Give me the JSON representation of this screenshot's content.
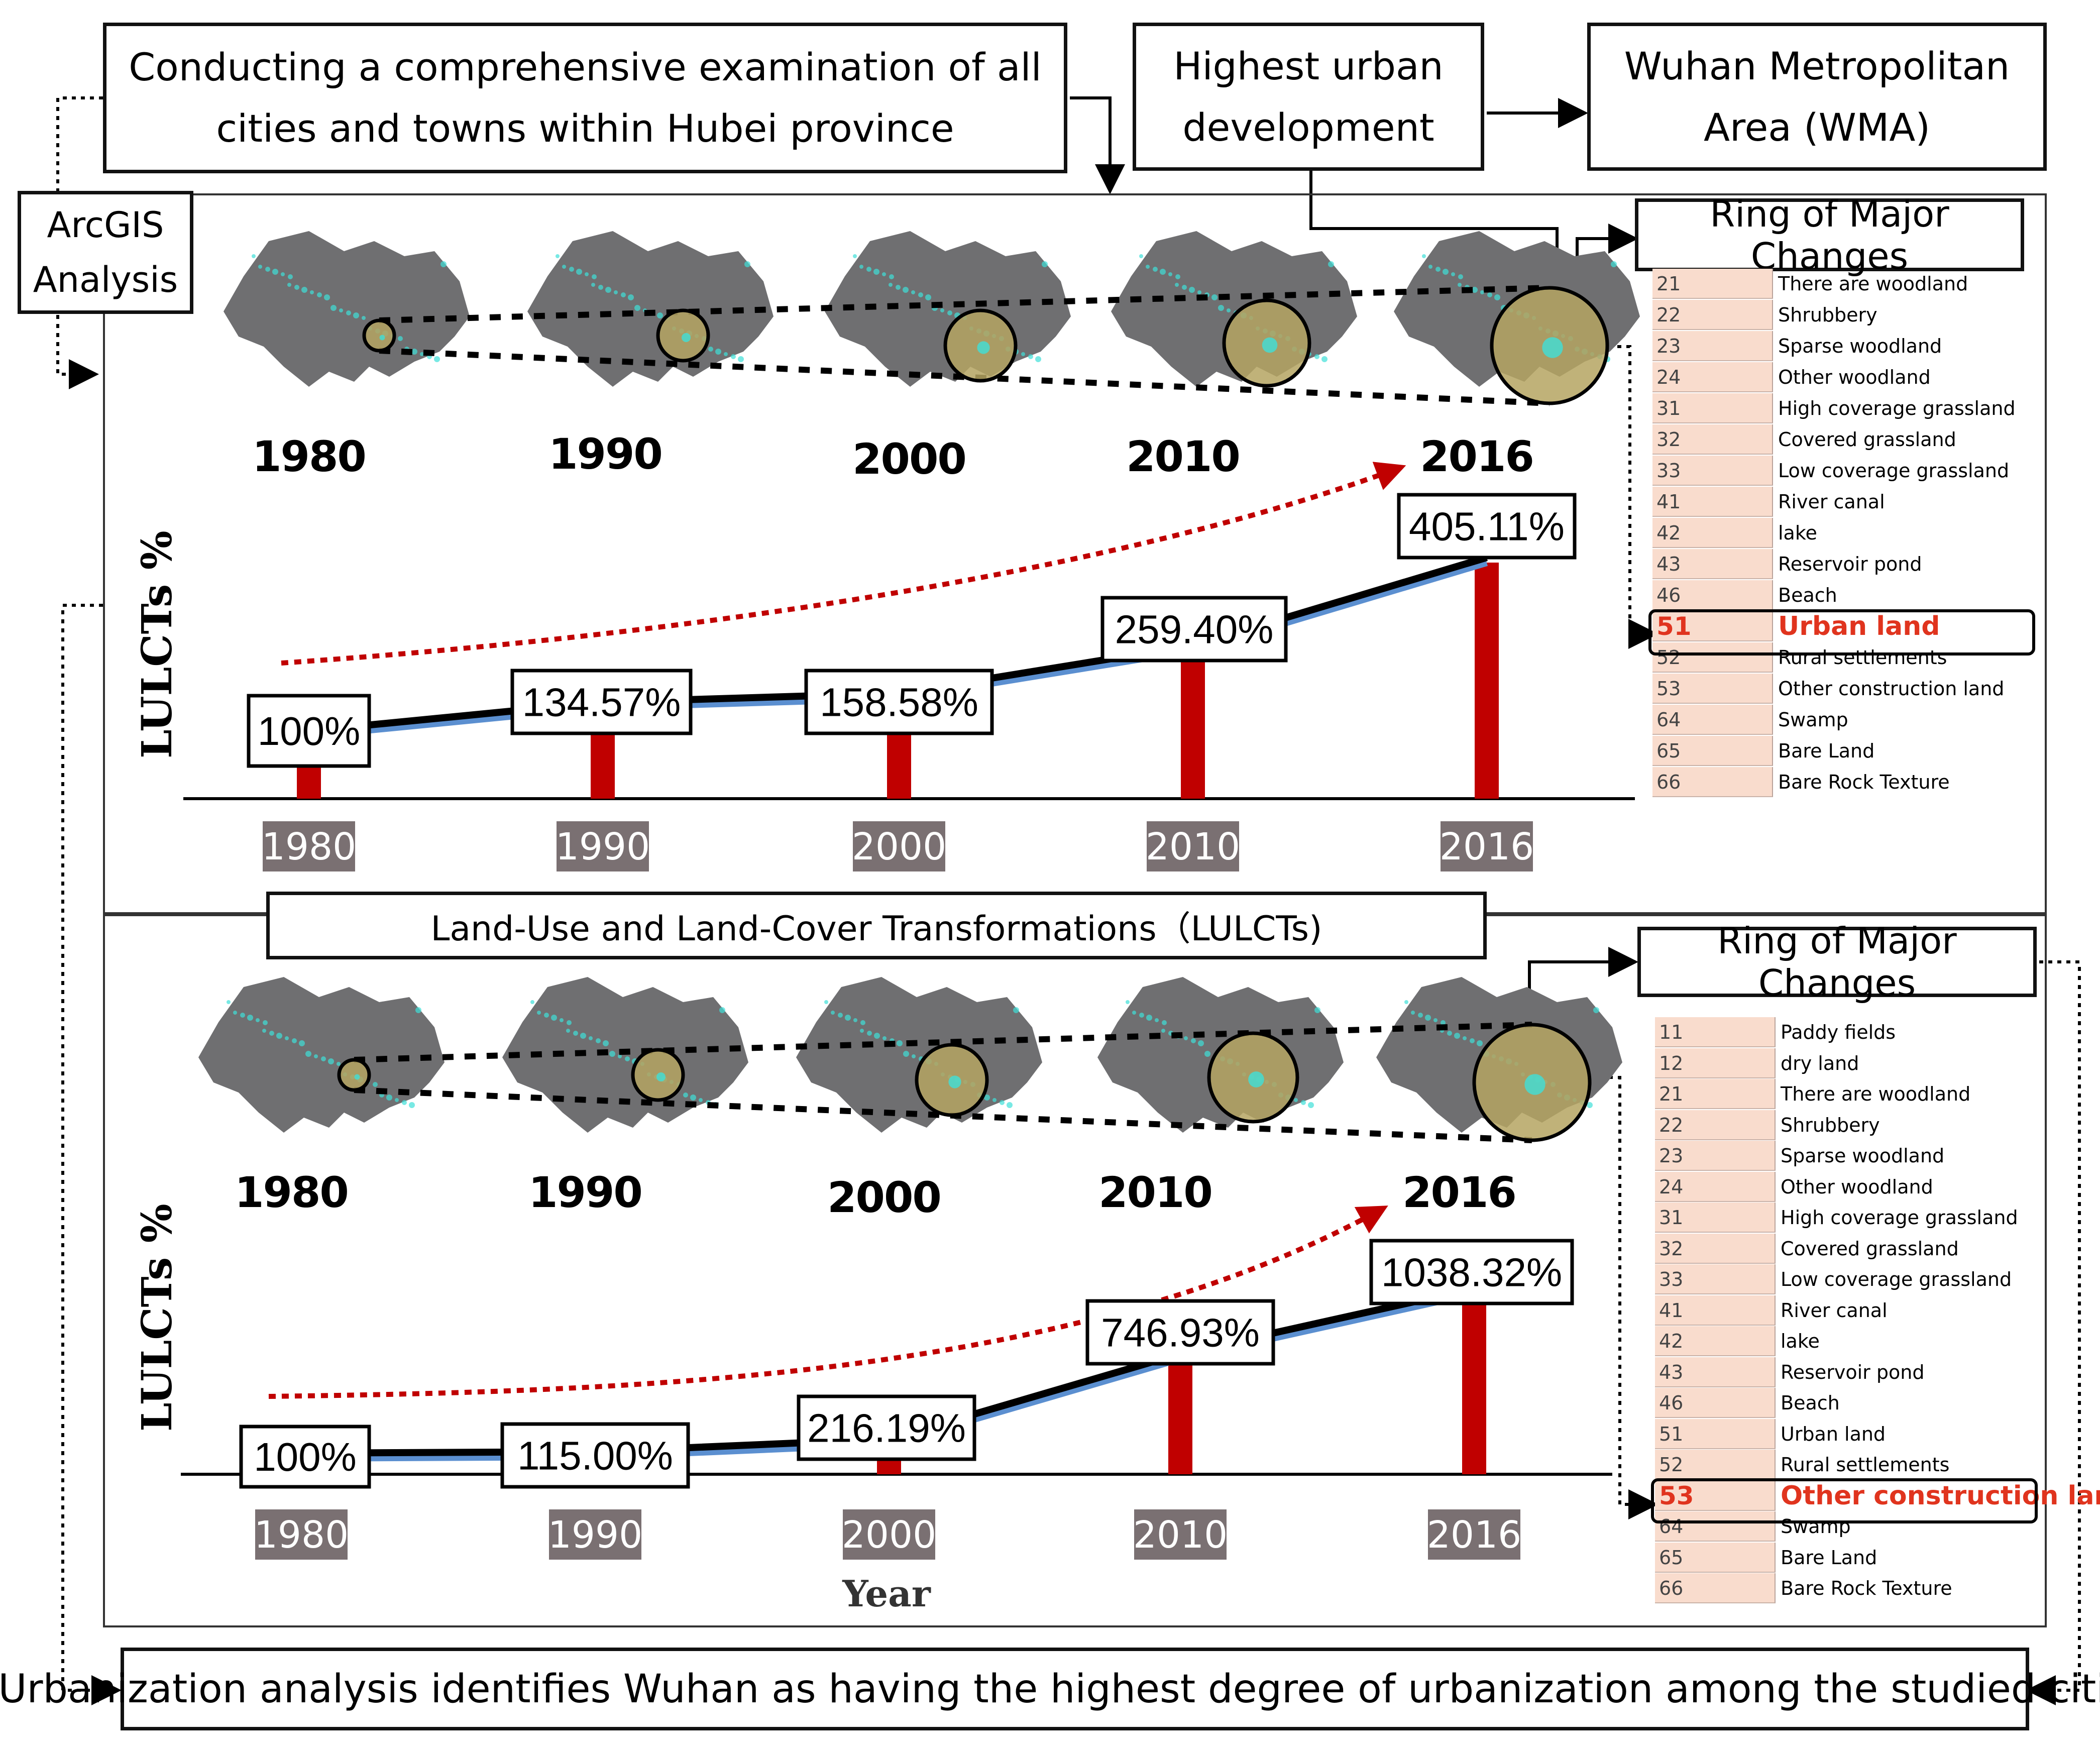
{
  "top_boxes": {
    "examination": "Conducting a comprehensive examination of all cities and towns within Hubei province",
    "highest": "Highest urban development",
    "wma": "Wuhan Metropolitan Area (WMA)",
    "arcgis": "ArcGIS Analysis"
  },
  "divider_label": "Land-Use and Land-Cover Transformations（LULCTs)",
  "bottom_box": "Urbanization analysis identifies Wuhan as having the highest degree of urbanization among the studied cities",
  "panels": [
    {
      "ring_title": "Ring of Major Changes",
      "map_years": [
        "1980",
        "1990",
        "2000",
        "2010",
        "2016"
      ],
      "ylabel": "LULCTs %",
      "xlabel": "",
      "legend": [
        {
          "code": "21",
          "name": "There are woodland"
        },
        {
          "code": "22",
          "name": "Shrubbery"
        },
        {
          "code": "23",
          "name": "Sparse woodland"
        },
        {
          "code": "24",
          "name": "Other woodland"
        },
        {
          "code": "31",
          "name": "High coverage grassland"
        },
        {
          "code": "32",
          "name": "Covered grassland"
        },
        {
          "code": "33",
          "name": "Low coverage grassland"
        },
        {
          "code": "41",
          "name": "River canal"
        },
        {
          "code": "42",
          "name": "lake"
        },
        {
          "code": "43",
          "name": "Reservoir pond"
        },
        {
          "code": "46",
          "name": "Beach"
        },
        {
          "code": "51",
          "name": "Urban land",
          "highlight": true
        },
        {
          "code": "52",
          "name": "Rural settlements"
        },
        {
          "code": "53",
          "name": "Other construction land"
        },
        {
          "code": "64",
          "name": "Swamp"
        },
        {
          "code": "65",
          "name": "Bare Land"
        },
        {
          "code": "66",
          "name": "Bare Rock Texture"
        }
      ]
    },
    {
      "ring_title": "Ring of Major Changes",
      "map_years": [
        "1980",
        "1990",
        "2000",
        "2010",
        "2016"
      ],
      "ylabel": "LULCTs %",
      "xlabel": "Year",
      "legend": [
        {
          "code": "11",
          "name": "Paddy fields"
        },
        {
          "code": "12",
          "name": "dry land"
        },
        {
          "code": "21",
          "name": "There are woodland"
        },
        {
          "code": "22",
          "name": "Shrubbery"
        },
        {
          "code": "23",
          "name": "Sparse woodland"
        },
        {
          "code": "24",
          "name": "Other woodland"
        },
        {
          "code": "31",
          "name": "High coverage grassland"
        },
        {
          "code": "32",
          "name": "Covered grassland"
        },
        {
          "code": "33",
          "name": "Low coverage grassland"
        },
        {
          "code": "41",
          "name": "River canal"
        },
        {
          "code": "42",
          "name": "lake"
        },
        {
          "code": "43",
          "name": "Reservoir pond"
        },
        {
          "code": "46",
          "name": "Beach"
        },
        {
          "code": "51",
          "name": "Urban land"
        },
        {
          "code": "52",
          "name": "Rural settlements"
        },
        {
          "code": "53",
          "name": "Other construction land",
          "highlight": true
        },
        {
          "code": "64",
          "name": "Swamp"
        },
        {
          "code": "65",
          "name": "Bare Land"
        },
        {
          "code": "66",
          "name": "Bare Rock Texture"
        }
      ]
    }
  ],
  "chart_data": [
    {
      "type": "bar",
      "categories": [
        "1980",
        "1990",
        "2000",
        "2010",
        "2016"
      ],
      "values": [
        100,
        134.57,
        158.58,
        259.4,
        405.11
      ],
      "labels": [
        "100%",
        "134.57%",
        "158.58%",
        "259.40%",
        "405.11%"
      ],
      "ylabel": "LULCTs %",
      "xlabel": "",
      "colors": {
        "bar": "#c00000",
        "line": "#000000",
        "line_shadow": "#5b8fd0",
        "trend": "#c00000"
      }
    },
    {
      "type": "bar",
      "categories": [
        "1980",
        "1990",
        "2000",
        "2010",
        "2016"
      ],
      "values": [
        100,
        115.0,
        216.19,
        746.93,
        1038.32
      ],
      "labels": [
        "100%",
        "115.00%",
        "216.19%",
        "746.93%",
        "1038.32%"
      ],
      "ylabel": "LULCTs %",
      "xlabel": "Year",
      "colors": {
        "bar": "#c00000",
        "line": "#000000",
        "line_shadow": "#5b8fd0",
        "trend": "#c00000"
      }
    }
  ]
}
